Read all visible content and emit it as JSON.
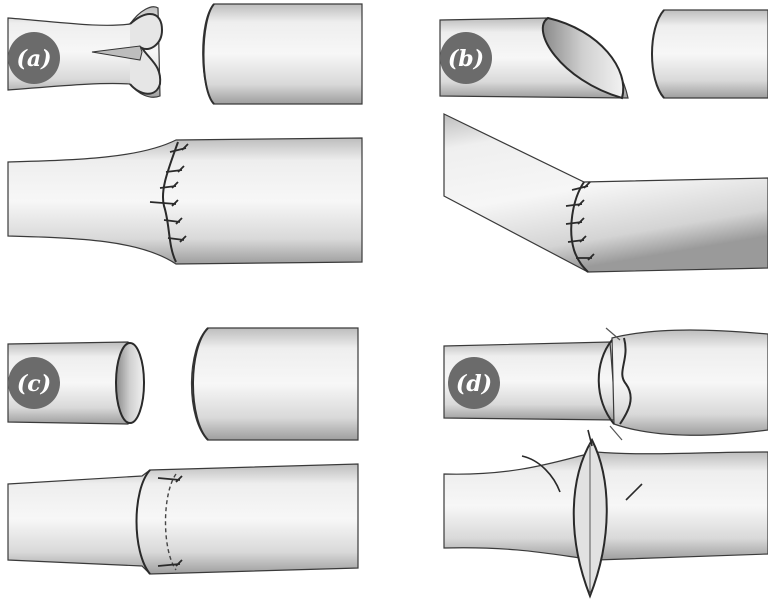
{
  "panels": [
    {
      "id": "a",
      "label": "(a)"
    },
    {
      "id": "b",
      "label": "(b)"
    },
    {
      "id": "c",
      "label": "(c)"
    },
    {
      "id": "d",
      "label": "(d)"
    }
  ],
  "colors": {
    "badge": "#6b6b6b",
    "vessel_light": "#f4f4f4",
    "vessel_mid": "#d6d6d6",
    "vessel_dark": "#9a9a9a",
    "outline": "#3a3a3a",
    "suture": "#2e2e2e"
  }
}
